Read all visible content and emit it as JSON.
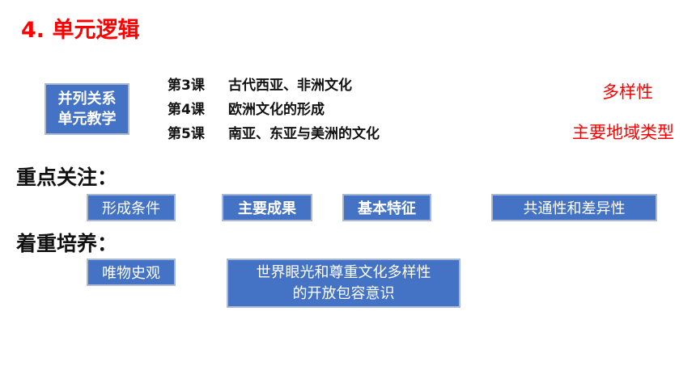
{
  "title": "4. 单元逻辑",
  "unit_box": {
    "line1": "并列关系",
    "line2": "单元教学"
  },
  "lessons": [
    {
      "num": "第3课",
      "title": "古代西亚、非洲文化"
    },
    {
      "num": "第4课",
      "title": "欧洲文化的形成"
    },
    {
      "num": "第5课",
      "title": "南亚、东亚与美洲的文化"
    }
  ],
  "side_labels": {
    "diversity": "多样性",
    "regions": "主要地域类型"
  },
  "focus": {
    "label": "重点关注：",
    "items": [
      "形成条件",
      "主要成果",
      "基本特征",
      "共通性和差异性"
    ]
  },
  "cultivate": {
    "label": "着重培养：",
    "items": [
      "唯物史观"
    ],
    "item_two_line": {
      "line1": "世界眼光和尊重文化多样性",
      "line2": "的开放包容意识"
    }
  },
  "colors": {
    "title": "#ff0000",
    "box_fill": "#4472c4",
    "box_border": "#aab8d4",
    "red_text": "#ff0000"
  }
}
